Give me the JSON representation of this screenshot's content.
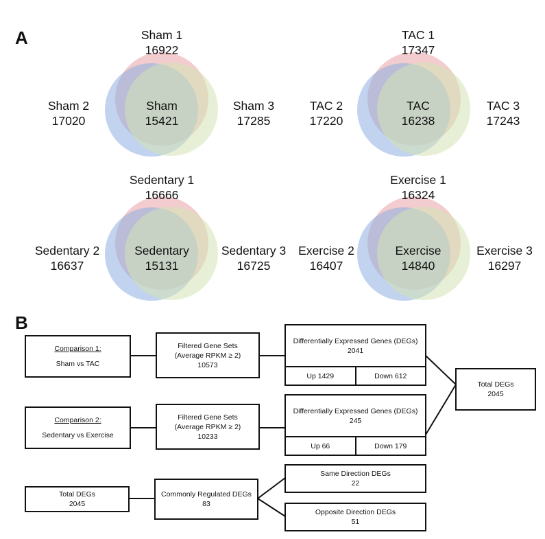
{
  "panel_a": {
    "letter": "A",
    "venns": [
      {
        "top_name": "Sham 1",
        "top_value": "16922",
        "left_name": "Sham 2",
        "left_value": "17020",
        "right_name": "Sham 3",
        "right_value": "17285",
        "center_name": "Sham",
        "center_value": "15421"
      },
      {
        "top_name": "TAC 1",
        "top_value": "17347",
        "left_name": "TAC 2",
        "left_value": "17220",
        "right_name": "TAC 3",
        "right_value": "17243",
        "center_name": "TAC",
        "center_value": "16238"
      },
      {
        "top_name": "Sedentary 1",
        "top_value": "16666",
        "left_name": "Sedentary 2",
        "left_value": "16637",
        "right_name": "Sedentary 3",
        "right_value": "16725",
        "center_name": "Sedentary",
        "center_value": "15131"
      },
      {
        "top_name": "Exercise 1",
        "top_value": "16324",
        "left_name": "Exercise 2",
        "left_value": "16407",
        "right_name": "Exercise 3",
        "right_value": "16297",
        "center_name": "Exercise",
        "center_value": "14840"
      }
    ],
    "colors": {
      "top": "#e8a2a6",
      "left": "#8eaee0",
      "right": "#d3e3b4"
    }
  },
  "panel_b": {
    "letter": "B",
    "comparison1": {
      "title": "Comparison 1:",
      "text": "Sham vs TAC"
    },
    "filtered1": {
      "line1": "Filtered Gene Sets",
      "line2": "(Average RPKM ≥ 2)",
      "value": "10573"
    },
    "degs1": {
      "title": "Differentially Expressed Genes (DEGs)",
      "value": "2041",
      "up": "Up 1429",
      "down": "Down 612"
    },
    "comparison2": {
      "title": "Comparison 2:",
      "text": "Sedentary vs Exercise"
    },
    "filtered2": {
      "line1": "Filtered Gene Sets",
      "line2": "(Average RPKM ≥ 2)",
      "value": "10233"
    },
    "degs2": {
      "title": "Differentially Expressed Genes (DEGs)",
      "value": "245",
      "up": "Up 66",
      "down": "Down 179"
    },
    "total_right": {
      "title": "Total DEGs",
      "value": "2045"
    },
    "total_left": {
      "title": "Total DEGs",
      "value": "2045"
    },
    "common": {
      "title": "Commonly Regulated DEGs",
      "value": "83"
    },
    "same": {
      "title": "Same Direction DEGs",
      "value": "22"
    },
    "opposite": {
      "title": "Opposite Direction DEGs",
      "value": "51"
    }
  }
}
